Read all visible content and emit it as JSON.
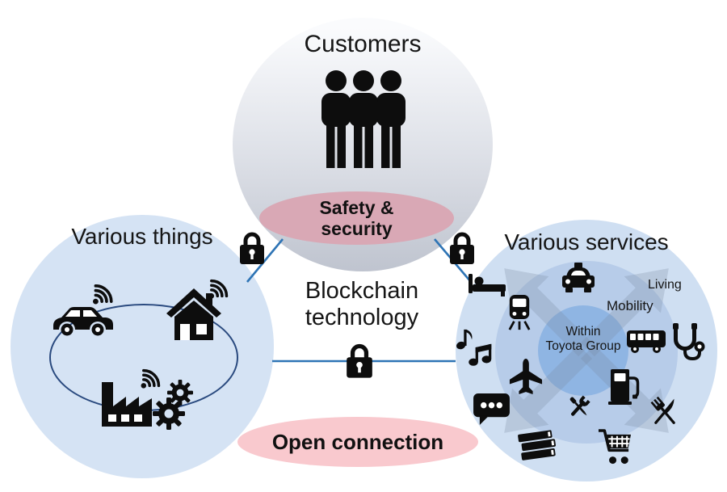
{
  "customers": {
    "title": "Customers",
    "badge_line1": "Safety &",
    "badge_line2": "security",
    "icon": "people-icon"
  },
  "center": {
    "title_line1": "Blockchain",
    "title_line2": "technology",
    "icon": "padlock-icon"
  },
  "things": {
    "title": "Various things",
    "icons": [
      "wifi-car-icon",
      "wifi-icon",
      "wifi-house-icon",
      "wifi-factory-icon",
      "gears-icon",
      "connection-loop"
    ]
  },
  "services": {
    "title": "Various services",
    "outer_label": "Living",
    "middle_label": "Mobility",
    "inner_label_line1": "Within",
    "inner_label_line2": "Toyota Group",
    "icons": [
      "hotel-bed-icon",
      "train-icon",
      "taxi-icon",
      "music-notes-icon",
      "bus-icon",
      "stethoscope-icon",
      "airplane-icon",
      "fuel-pump-icon",
      "chat-bubble-icon",
      "repair-tools-icon",
      "restaurant-icon",
      "books-icon",
      "shopping-cart-icon"
    ],
    "arrows": "outward-diagonal-arrows"
  },
  "open_connection": {
    "label": "Open connection"
  },
  "security": {
    "padlocks": [
      "things-link-padlock",
      "services-link-padlock",
      "open-link-padlock"
    ]
  },
  "colors": {
    "customers_top": "#fafbfd",
    "customers_bottom": "#bfc4cf",
    "things_circle": "#d5e3f4",
    "services_outer": "#cfdff2",
    "services_middle": "#b7cce9",
    "services_inner": "#8fb5e3",
    "safety_badge": "#d9a8b5",
    "open_badge": "#f9c9ce",
    "connector": "#2e74b5",
    "loop_stroke": "#2a4a7f",
    "arrow": "#76889f",
    "icon": "#0d0d0d"
  }
}
